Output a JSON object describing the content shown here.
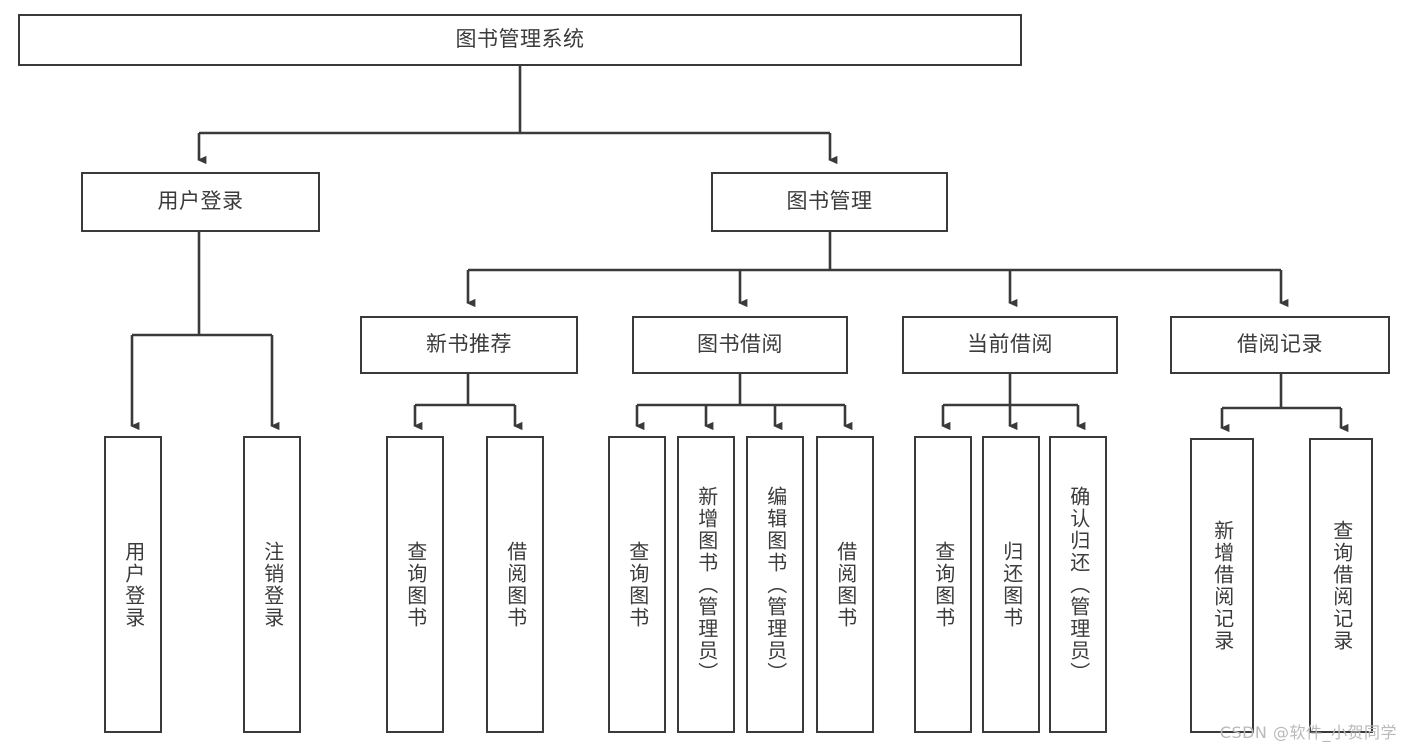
{
  "diagram": {
    "title": "图书管理系统",
    "type": "tree-hierarchy",
    "watermark": "CSDN @软件_小贺同学",
    "colors": {
      "box_border": "#3a3a3a",
      "box_fill": "#ffffff",
      "connector": "#3a3a3a",
      "text": "#3b3b3b",
      "watermark": "#b9b9b9",
      "background": "#ffffff"
    },
    "nodes": {
      "root": {
        "label": "图书管理系统"
      },
      "level1": [
        {
          "id": "user-login",
          "label": "用户登录"
        },
        {
          "id": "book-manage",
          "label": "图书管理"
        }
      ],
      "level2": [
        {
          "id": "new-book-recommend",
          "label": "新书推荐"
        },
        {
          "id": "book-borrow",
          "label": "图书借阅"
        },
        {
          "id": "current-borrow",
          "label": "当前借阅"
        },
        {
          "id": "borrow-record",
          "label": "借阅记录"
        }
      ],
      "leaves": {
        "user-login": [
          {
            "id": "leaf-user-login",
            "label": "用户登录"
          },
          {
            "id": "leaf-logout-login",
            "label": "注销登录"
          }
        ],
        "new-book-recommend": [
          {
            "id": "leaf-query-book-1",
            "label": "查询图书"
          },
          {
            "id": "leaf-borrow-book-1",
            "label": "借阅图书"
          }
        ],
        "book-borrow": [
          {
            "id": "leaf-query-book-2",
            "label": "查询图书"
          },
          {
            "id": "leaf-add-book",
            "label": "新增图书（管理员）"
          },
          {
            "id": "leaf-edit-book",
            "label": "编辑图书（管理员）"
          },
          {
            "id": "leaf-borrow-book-2",
            "label": "借阅图书"
          }
        ],
        "current-borrow": [
          {
            "id": "leaf-query-book-3",
            "label": "查询图书"
          },
          {
            "id": "leaf-return-book",
            "label": "归还图书"
          },
          {
            "id": "leaf-confirm-return",
            "label": "确认归还（管理员）"
          }
        ],
        "borrow-record": [
          {
            "id": "leaf-add-record",
            "label": "新增借阅记录"
          },
          {
            "id": "leaf-query-record",
            "label": "查询借阅记录"
          }
        ]
      }
    }
  }
}
